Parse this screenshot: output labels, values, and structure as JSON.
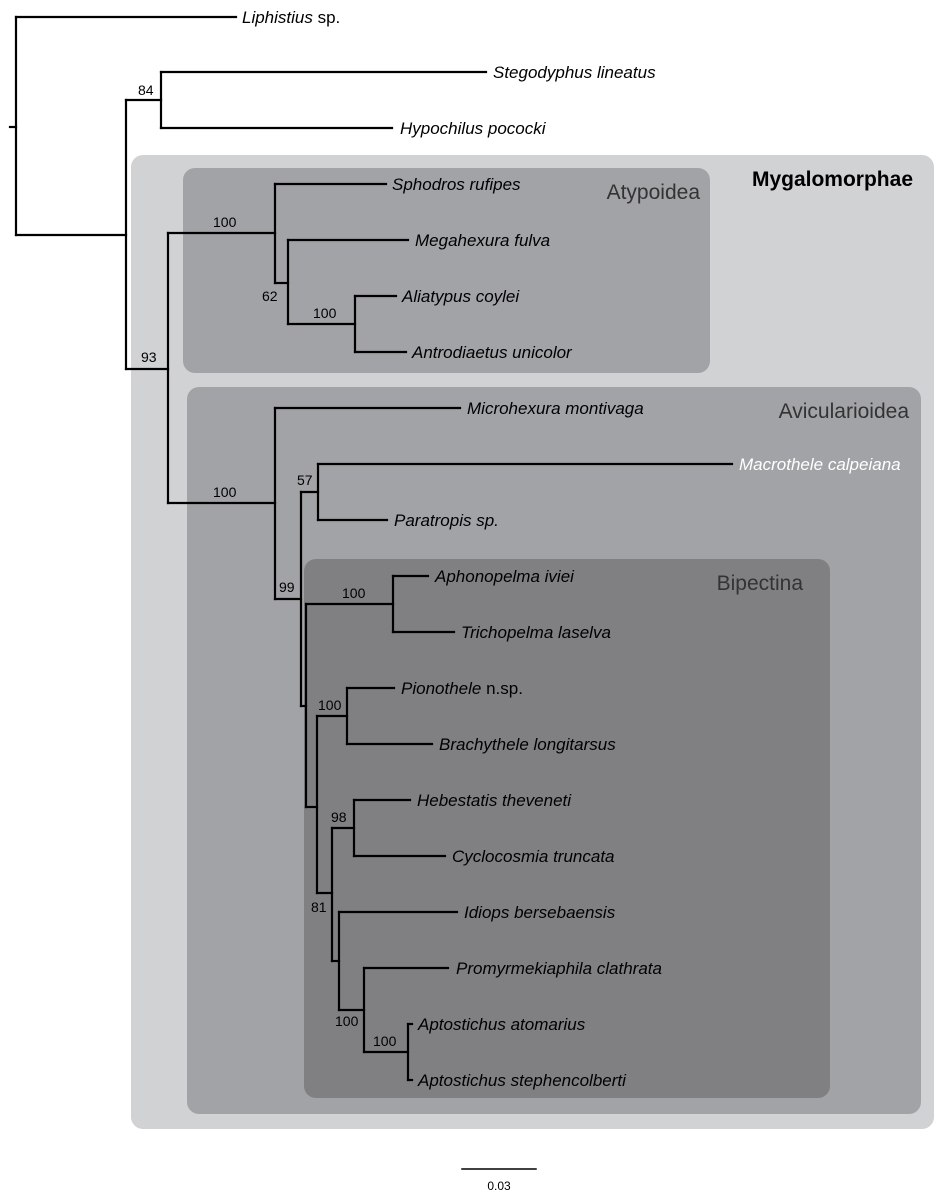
{
  "clades": {
    "mygalomorphae": "Mygalomorphae",
    "atypoidea": "Atypoidea",
    "avicularioidea": "Avicularioidea",
    "bipectina": "Bipectina"
  },
  "colors": {
    "mygalomorphae": "#d1d2d4",
    "atypoidea": "#a2a3a6",
    "avicularioidea": "#a2a3a6",
    "bipectina": "#808083"
  },
  "taxa": {
    "liphistius": {
      "genus": "Liphistius",
      "suffix": " sp."
    },
    "stegodyphus": {
      "name": "Stegodyphus lineatus"
    },
    "hypochilus": {
      "name": "Hypochilus pococki"
    },
    "sphodros": {
      "name": "Sphodros rufipes"
    },
    "megahexura": {
      "name": "Megahexura fulva"
    },
    "aliatypus": {
      "name": "Aliatypus coylei"
    },
    "antrodiaetus": {
      "name": "Antrodiaetus unicolor"
    },
    "microhexura": {
      "name": "Microhexura montivaga"
    },
    "macrothele": {
      "name": "Macrothele calpeiana"
    },
    "paratropis": {
      "name": "Paratropis sp."
    },
    "aphonopelma": {
      "name": "Aphonopelma iviei"
    },
    "trichopelma": {
      "name": "Trichopelma laselva"
    },
    "pionothele": {
      "genus": "Pionothele",
      "suffix": " n.sp."
    },
    "brachythele": {
      "name": "Brachythele longitarsus"
    },
    "hebestatis": {
      "name": "Hebestatis theveneti"
    },
    "cyclocosmia": {
      "name": "Cyclocosmia truncata"
    },
    "idiops": {
      "name": "Idiops bersebaensis"
    },
    "promyrmekiaphila": {
      "name": "Promyrmekiaphila clathrata"
    },
    "aptostichus_atomarius": {
      "name": "Aptostichus atomarius"
    },
    "aptostichus_stephencolberti": {
      "name": "Aptostichus stephencolberti"
    }
  },
  "support": {
    "stegodyphus_hypochilus": "84",
    "mygalomorphae": "93",
    "atypoidea": "100",
    "megahexura_group": "62",
    "aliatypus_antrodiaetus": "100",
    "avicularioidea": "100",
    "macrothele_paratropis": "57",
    "bipectina_group": "99",
    "aphonopelma_trichopelma": "100",
    "pionothele_brachythele": "100",
    "hebestatis_cyclocosmia": "98",
    "idiops_group": "81",
    "promyrmekiaphila_group": "100",
    "aptostichus": "100"
  },
  "scale_bar": {
    "label": "0.03"
  }
}
